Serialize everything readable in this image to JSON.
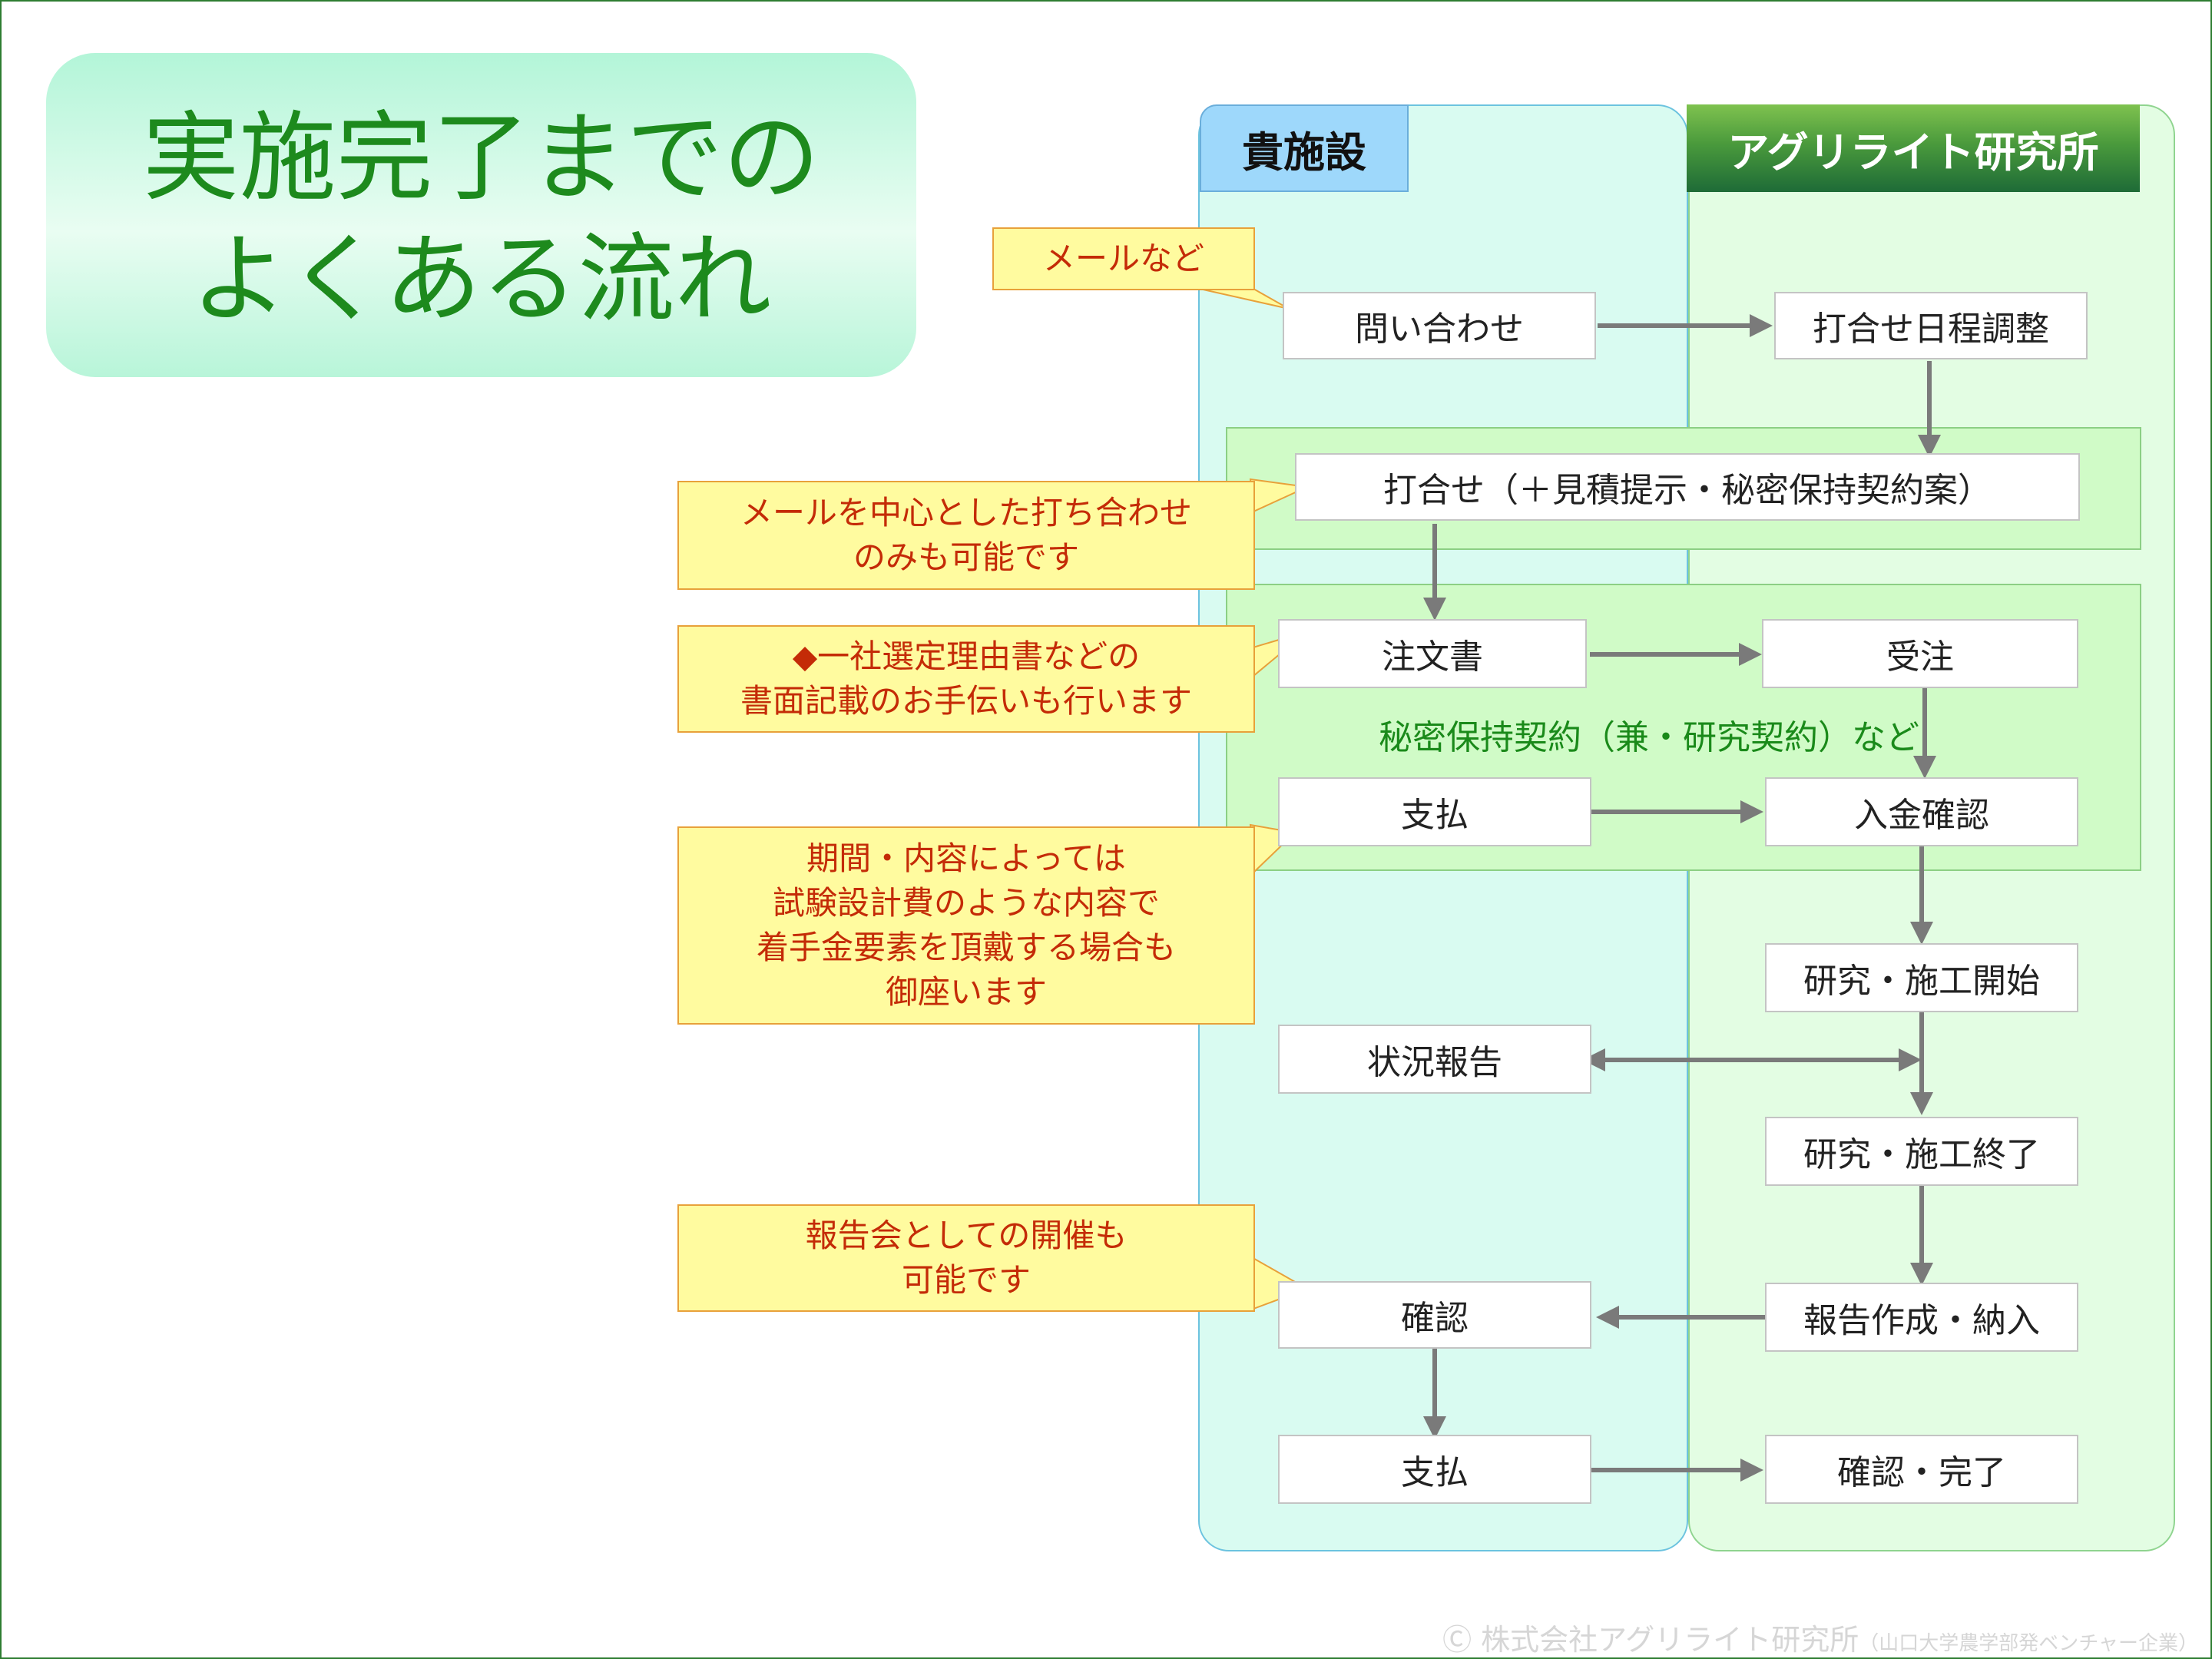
{
  "title": {
    "line1": "実施完了までの",
    "line2": "よくある流れ"
  },
  "lanes": {
    "left": "貴施設",
    "right": "アグリライト研究所"
  },
  "steps": {
    "inquiry": "問い合わせ",
    "schedule": "打合せ日程調整",
    "meeting": "打合せ（＋見積提示・秘密保持契約案）",
    "order_form": "注文書",
    "order_received": "受注",
    "payment1": "支払",
    "payment_confirm": "入金確認",
    "research_start": "研究・施工開始",
    "status_report": "状況報告",
    "research_end": "研究・施工終了",
    "confirm": "確認",
    "report_delivery": "報告作成・納入",
    "payment2": "支払",
    "complete": "確認・完了"
  },
  "band_note": "秘密保持契約（兼・研究契約）など",
  "notes": {
    "email": "メールなど",
    "meeting": [
      "メールを中心とした打ち合わせ",
      "のみも可能です"
    ],
    "documents": [
      "◆一社選定理由書などの",
      "書面記載のお手伝いも行います"
    ],
    "advance": [
      "期間・内容によっては",
      "試験設計費のような内容で",
      "着手金要素を頂戴する場合も",
      "御座います"
    ],
    "report_meeting": [
      "報告会としての開催も",
      "可能です"
    ]
  },
  "copyright": {
    "main": "Ⓒ 株式会社アグリライト研究所",
    "sub": "（山口大学農学部発ベンチャー企業）"
  },
  "colors": {
    "title_green": "#1d8a1d",
    "note_text": "#c42b07",
    "note_fill": "#fffb9f",
    "arrow": "#7a7a7a"
  }
}
